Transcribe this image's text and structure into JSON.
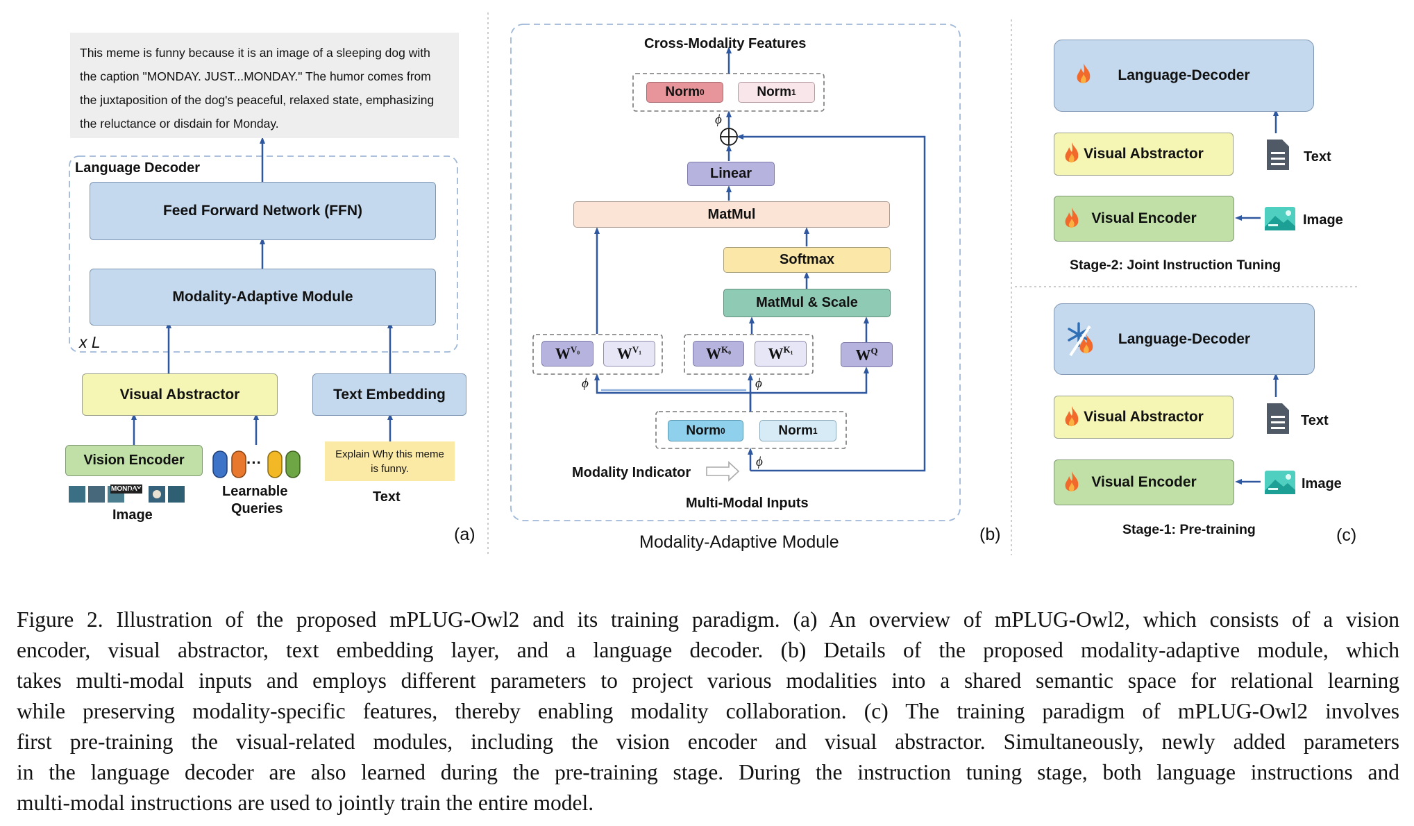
{
  "figure": {
    "panel_a": {
      "meme_text": "This meme is funny because it is an image of a sleeping dog with the caption \"MONDAY. JUST...MONDAY.\" The humor comes from the juxtaposition of the dog's peaceful, relaxed state, emphasizing the reluctance or disdain for Monday.",
      "language_decoder_label": "Language Decoder",
      "ffn_label": "Feed Forward Network (FFN)",
      "mam_label": "Modality-Adaptive Module",
      "repeat_label": "x L",
      "visual_abstractor_label": "Visual Abstractor",
      "text_embedding_label": "Text Embedding",
      "vision_encoder_label": "Vision Encoder",
      "learnable_queries_label_1": "Learnable",
      "learnable_queries_label_2": "Queries",
      "image_label": "Image",
      "text_label": "Text",
      "instruction_text": "Explain Why this meme is funny.",
      "thumb_text": "MONDAY",
      "ellipsis": "···",
      "panel_tag": "(a)"
    },
    "panel_b": {
      "output_label": "Cross-Modality Features",
      "norm0": "Norm",
      "norm0_sub": "0",
      "norm1": "Norm",
      "norm1_sub": "1",
      "linear_label": "Linear",
      "matmul_label": "MatMul",
      "softmax_label": "Softmax",
      "matmul_scale_label": "MatMul & Scale",
      "wv0_base": "W",
      "wv0_sup": "V₀",
      "wv1_sup": "V₁",
      "wk0_sup": "K₀",
      "wk1_sup": "K₁",
      "wq_sup": "Q",
      "phi": "ϕ",
      "modality_indicator_label": "Modality Indicator",
      "inputs_label": "Multi-Modal Inputs",
      "module_title": "Modality-Adaptive Module",
      "panel_tag": "(b)"
    },
    "panel_c": {
      "stage2": {
        "decoder_label": "Language-Decoder",
        "abstractor_label": "Visual Abstractor",
        "encoder_label": "Visual Encoder",
        "text_label": "Text",
        "image_label": "Image",
        "title": "Stage-2: Joint Instruction Tuning"
      },
      "stage1": {
        "decoder_label": "Language-Decoder",
        "abstractor_label": "Visual Abstractor",
        "encoder_label": "Visual Encoder",
        "text_label": "Text",
        "image_label": "Image",
        "title": "Stage-1: Pre-training"
      },
      "panel_tag": "(c)"
    },
    "colors": {
      "arrow": "#2f57a0",
      "blue_box": "#c4d9ee",
      "yellow_box": "#f6f6b4",
      "green_box": "#c0e0a8"
    },
    "icons": [
      "fire-icon",
      "snowflake-icon",
      "document-icon",
      "image-icon"
    ]
  },
  "caption": {
    "line1": "Figure 2. Illustration of the proposed mPLUG-Owl2 and its training paradigm. (a) An overview of mPLUG-Owl2, which consists of a vision",
    "line2": "encoder, visual abstractor, text embedding layer, and a language decoder. (b) Details of the proposed modality-adaptive module, which",
    "line3": "takes multi-modal inputs and employs different parameters to project various modalities into a shared semantic space for relational learning",
    "line4": "while preserving modality-specific features, thereby enabling modality collaboration. (c) The training paradigm of mPLUG-Owl2 involves",
    "line5": "first pre-training the visual-related modules, including the vision encoder and visual abstractor. Simultaneously, newly added parameters",
    "line6": "in the language decoder are also learned during the pre-training stage. During the instruction tuning stage, both language instructions and",
    "line7": "multi-modal instructions are used to jointly train the entire model."
  }
}
